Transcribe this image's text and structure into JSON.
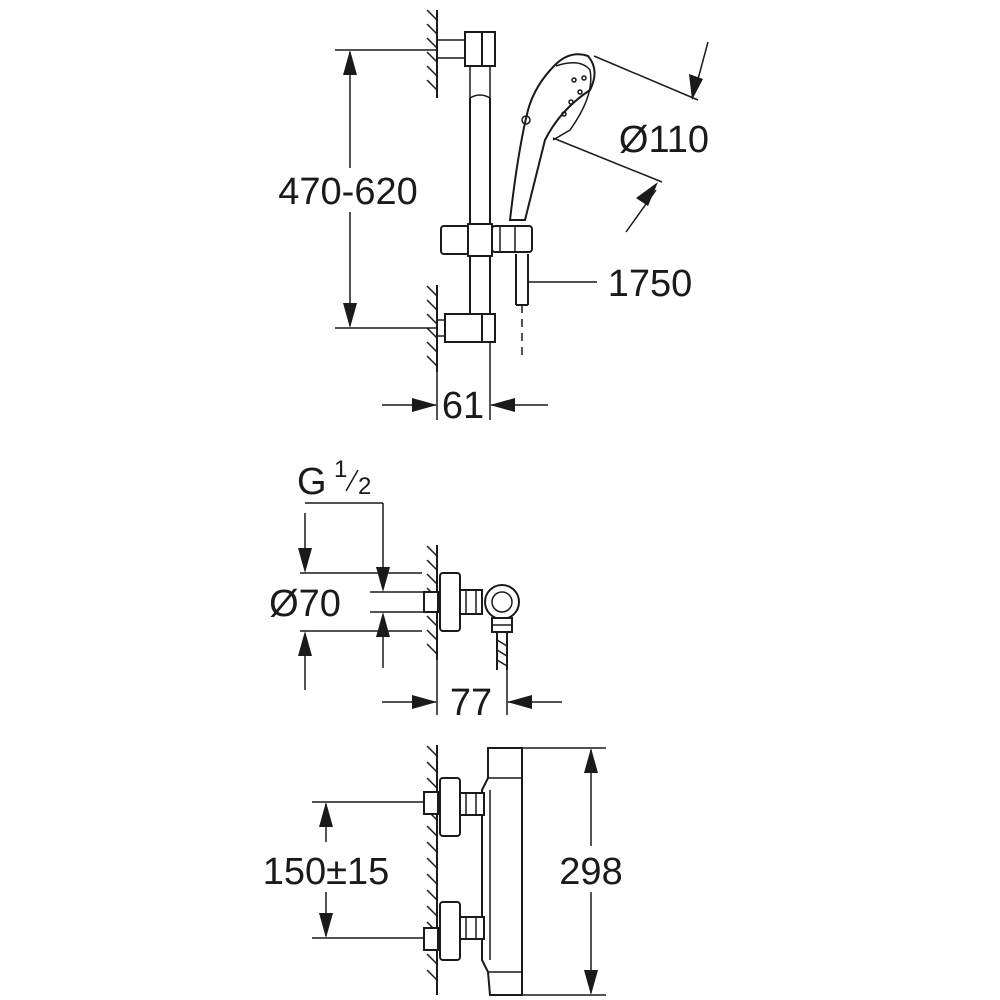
{
  "drawing": {
    "views": [
      {
        "name": "shower-rail-set",
        "dimensions": {
          "rail_height": "470-620",
          "handshower_diameter": "Ø110",
          "hose_length": "1750",
          "wall_projection": "61"
        }
      },
      {
        "name": "mixer-top-view",
        "dimensions": {
          "thread": "G",
          "thread_numerator": "1",
          "thread_denominator": "2",
          "flange_diameter": "Ø70",
          "depth": "77"
        }
      },
      {
        "name": "mixer-side-view",
        "dimensions": {
          "connection_spacing": "150±15",
          "height": "298"
        }
      }
    ]
  }
}
